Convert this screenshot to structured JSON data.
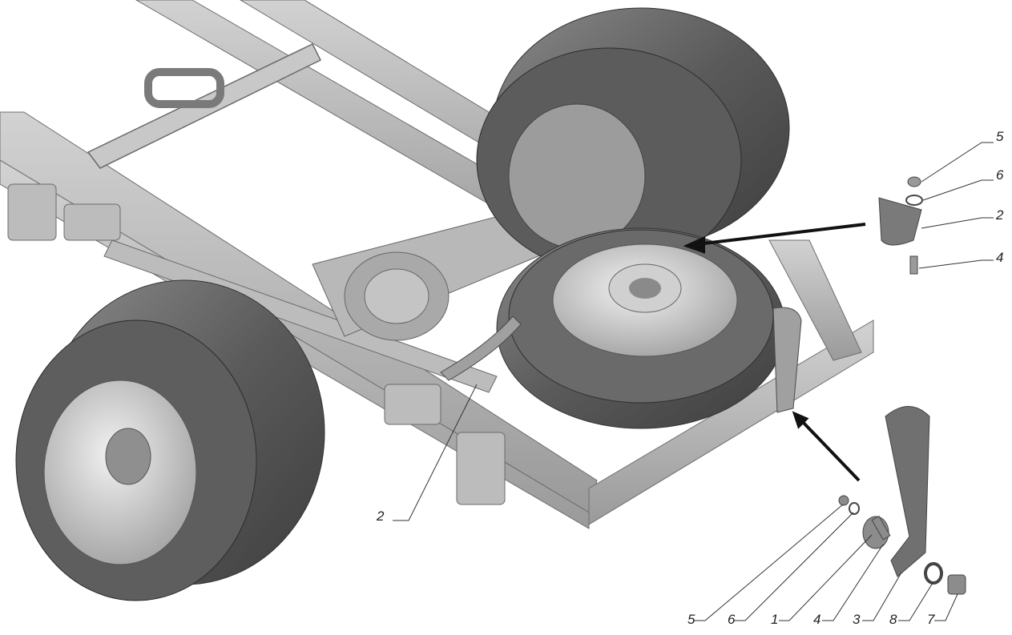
{
  "figure": {
    "callouts": [
      {
        "id": "c5-top",
        "label": "5"
      },
      {
        "id": "c6-top",
        "label": "6"
      },
      {
        "id": "c2-top",
        "label": "2"
      },
      {
        "id": "c4-top",
        "label": "4"
      },
      {
        "id": "c2-left",
        "label": "2"
      },
      {
        "id": "c5-bot",
        "label": "5"
      },
      {
        "id": "c6-bot",
        "label": "6"
      },
      {
        "id": "c1-bot",
        "label": "1"
      },
      {
        "id": "c4-bot",
        "label": "4"
      },
      {
        "id": "c3-bot",
        "label": "3"
      },
      {
        "id": "c8-bot",
        "label": "8"
      },
      {
        "id": "c7-bot",
        "label": "7"
      }
    ]
  }
}
